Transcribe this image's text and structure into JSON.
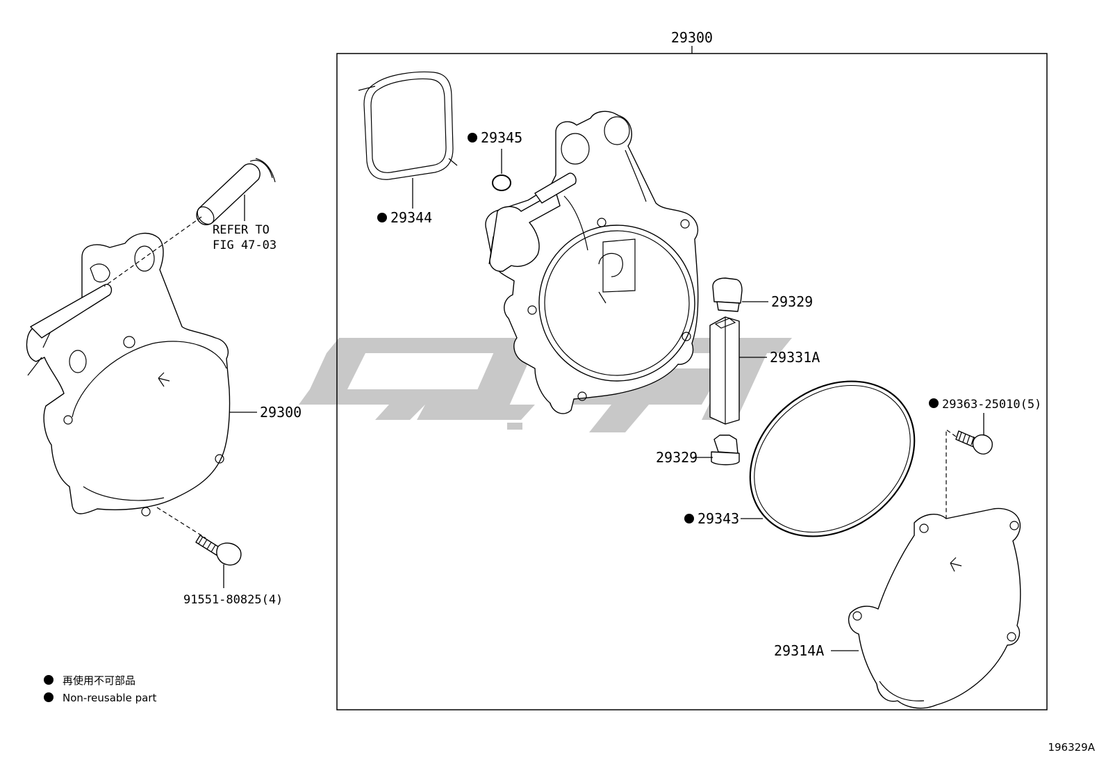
{
  "callouts": {
    "assembly_top": "29300",
    "assembly_left": "29300",
    "gasket": "29344",
    "oring_small": "29345",
    "refer_line1": "REFER TO",
    "refer_line2": "FIG 47-03",
    "cap_top": "29329",
    "vane": "29331A",
    "cap_bottom": "29329",
    "big_oring": "29343",
    "bolt_right": "29363-25010(5)",
    "cover": "29314A",
    "bolt_left": "91551-80825(4)"
  },
  "legend": {
    "jp": "再使用不可部品",
    "en": "Non-reusable part"
  },
  "illustration_id": "196329A"
}
